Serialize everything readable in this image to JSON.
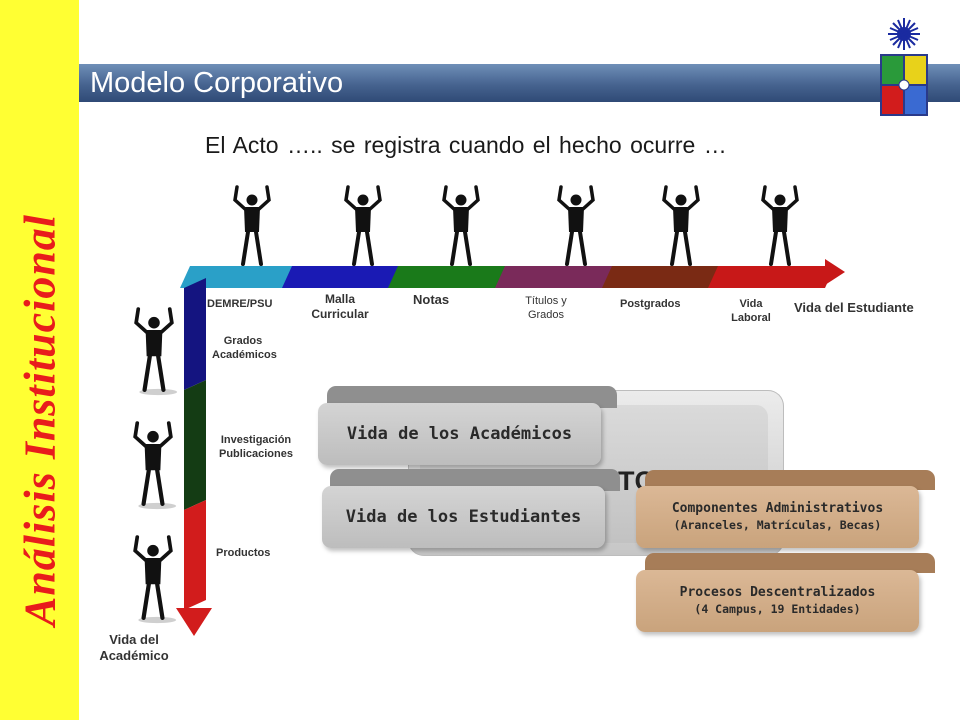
{
  "header": {
    "title": "Modelo Corporativo"
  },
  "sidebar": {
    "title": "Análisis Institucional"
  },
  "subtitle": "El Acto …..    se registra cuando el hecho ocurre …",
  "horizontal_axis": {
    "labels": [
      "DEMRE/PSU",
      "Malla Curricular",
      "Notas",
      "Títulos y Grados",
      "Postgrados",
      "Vida Laboral"
    ],
    "end_label": "Vida del Estudiante",
    "colors": [
      "#2aa0c8",
      "#1a1ab4",
      "#1a7a1a",
      "#7a2a5a",
      "#7a2a14",
      "#c81818"
    ]
  },
  "vertical_axis": {
    "labels": [
      "Grados Académicos",
      "Investigación Publicaciones",
      "Productos"
    ],
    "end_label": "Vida del Académico",
    "colors": [
      "#141480",
      "#143c14",
      "#d21c1c"
    ]
  },
  "boxes": {
    "center_partial_text": "TC",
    "academicos": "Vida de los Académicos",
    "estudiantes": "Vida de los Estudiantes",
    "administrativos": {
      "title": "Componentes Administrativos",
      "detail": "(Aranceles, Matrículas, Becas)"
    },
    "descentralizados": {
      "title": "Procesos Descentralizados",
      "detail": "(4 Campus, 19 Entidades)"
    }
  },
  "colors": {
    "sidebar": "#ffff33",
    "sidebar_text": "#e81c1c",
    "header_bar": "#46638f",
    "figure": "#111111"
  }
}
